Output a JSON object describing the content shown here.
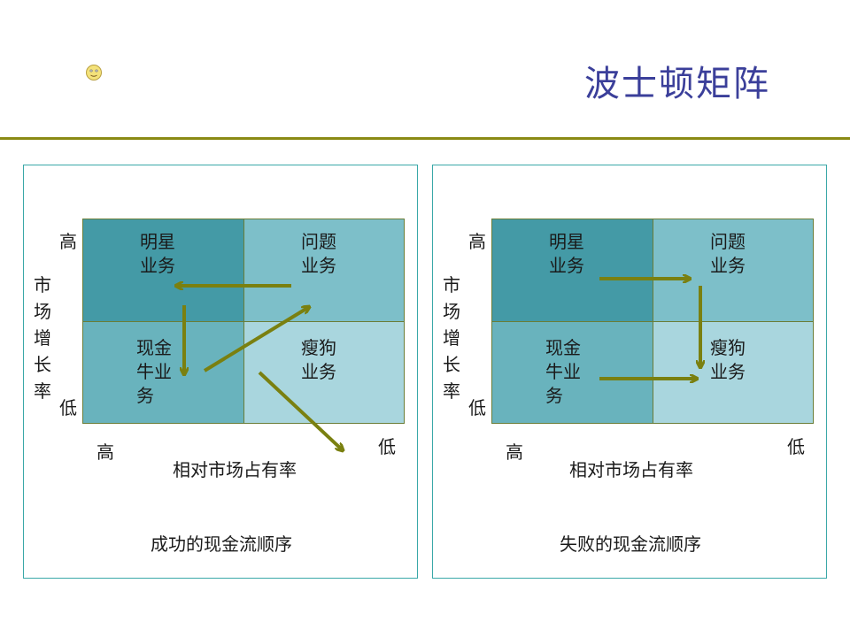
{
  "title": "波士顿矩阵",
  "smiley_icon": "smiley-face-icon",
  "colors": {
    "title": "#3b3f9a",
    "rule": "#8a8a14",
    "panel_border": "#3aa8a8",
    "arrow": "#7a8010",
    "star": "#449aa6",
    "question": "#7dbfc9",
    "cash_cow": "#69b3bd",
    "dog": "#a9d6de"
  },
  "panels": [
    {
      "y_axis_label": [
        "市",
        "场",
        "增",
        "长",
        "率"
      ],
      "y_high": "高",
      "y_low": "低",
      "x_high": "高",
      "x_low": "低",
      "x_axis_label": "相对市场占有率",
      "cells": {
        "star": [
          "明星",
          "业务"
        ],
        "question": [
          "问题",
          "业务"
        ],
        "cash_cow": [
          "现金",
          "牛业",
          "务"
        ],
        "dog": [
          "瘦狗",
          "业务"
        ]
      },
      "caption": "成功的现金流顺序"
    },
    {
      "y_axis_label": [
        "市",
        "场",
        "增",
        "长",
        "率"
      ],
      "y_high": "高",
      "y_low": "低",
      "x_high": "高",
      "x_low": "低",
      "x_axis_label": "相对市场占有率",
      "cells": {
        "star": [
          "明星",
          "业务"
        ],
        "question": [
          "问题",
          "业务"
        ],
        "cash_cow": [
          "现金",
          "牛业",
          "务"
        ],
        "dog": [
          "瘦狗",
          "业务"
        ]
      },
      "caption": "失败的现金流顺序"
    }
  ]
}
